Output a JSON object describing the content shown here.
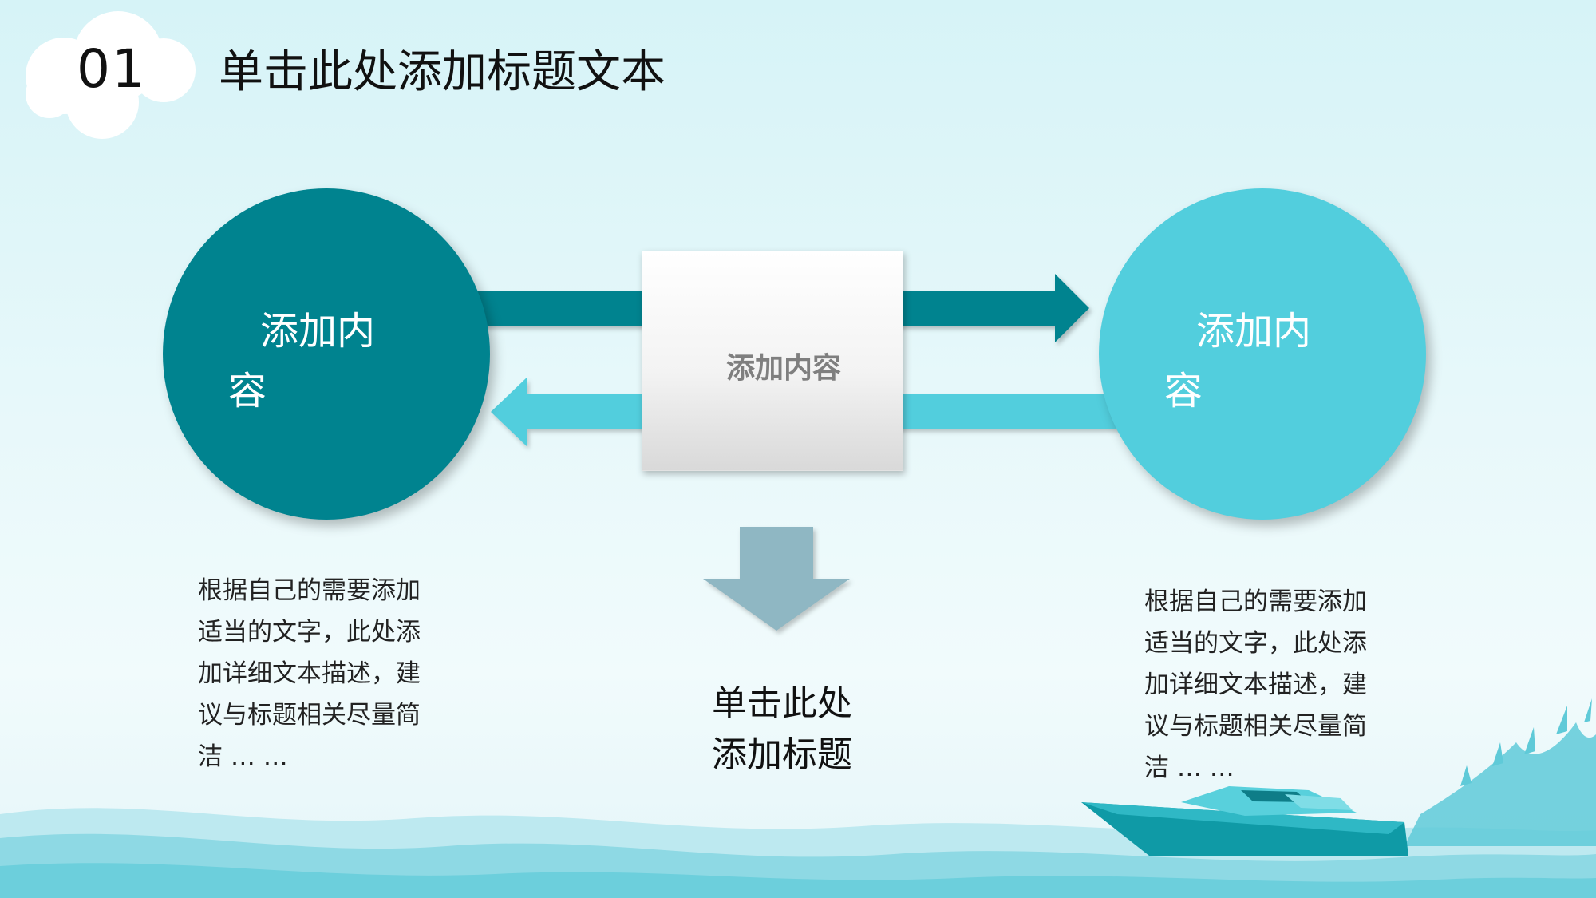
{
  "header": {
    "number": "01",
    "title": "单击此处添加标题文本"
  },
  "left_circle": {
    "line1": "添加内",
    "line2": "容",
    "color": "#00838f"
  },
  "right_circle": {
    "line1": "添加内",
    "line2": "容",
    "color": "#52cedd"
  },
  "center_box": {
    "label": "添加内容"
  },
  "left_description": "根据自己的需要添加适当的文字，此处添加详细文本描述，建议与标题相关尽量简洁 … …",
  "right_description": "根据自己的需要添加适当的文字，此处添加详细文本描述，建议与标题相关尽量简洁 … …",
  "bottom_title": {
    "line1": "单击此处",
    "line2": "添加标题"
  },
  "colors": {
    "dark_teal": "#00838f",
    "light_teal": "#52cedd",
    "down_arrow": "#8fb7c3",
    "wave": "#8ed9e4"
  }
}
